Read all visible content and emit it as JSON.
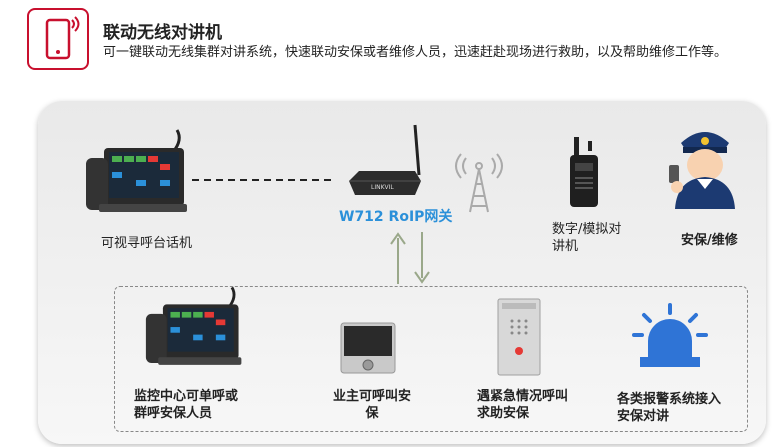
{
  "header": {
    "title": "联动无线对讲机",
    "description": "可一键联动无线集群对讲系统，快速联动安保或者维修人员，迅速赶赴现场进行救助，以及帮助维修工作等。"
  },
  "top_row": {
    "console_label": "可视寻呼台话机",
    "gateway_label": "W712 RoIP网关",
    "gateway_brand": "LINKVIL",
    "radio_label": "数字/模拟对讲机",
    "guard_label": "安保/维修"
  },
  "bottom_row": {
    "monitor_label": "监控中心可单呼或群呼安保人员",
    "owner_label": "业主可呼叫安保",
    "emergency_label": "遇紧急情况呼叫求助安保",
    "alarm_label": "各类报警系统接入安保对讲"
  },
  "colors": {
    "accent_red": "#c8102e",
    "gateway_blue": "#2b90d9",
    "arrow_green": "#9aa88a",
    "alarm_blue": "#2f74d6"
  }
}
